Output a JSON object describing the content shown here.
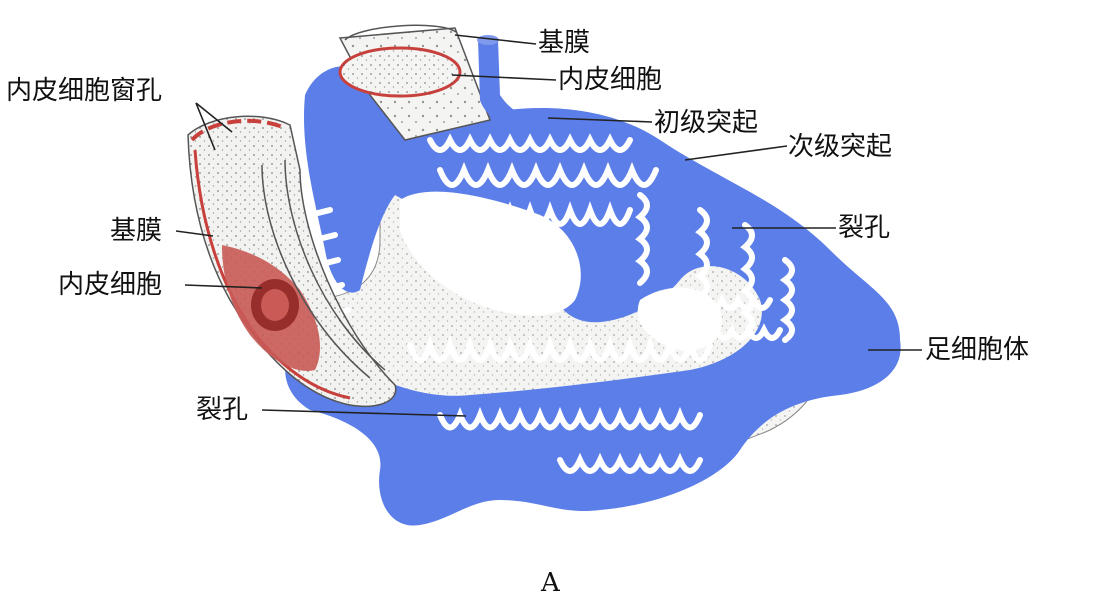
{
  "labels": {
    "basement_membrane_top": "基膜",
    "endothelial_cell_top": "内皮细胞",
    "primary_process": "初级突起",
    "secondary_process": "次级突起",
    "slit_pore_right": "裂孔",
    "podocyte_body": "足细胞体",
    "endothelial_fenestrae": "内皮细胞窗孔",
    "basement_membrane_left": "基膜",
    "endothelial_cell_left": "内皮细胞",
    "slit_pore_bottom": "裂孔"
  },
  "caption": "A",
  "colors": {
    "podocyte": "#5b7ee8",
    "endothelium_outline": "#c8403c",
    "nucleus": "#b3312f",
    "capillary_fill": "#f3f3f1",
    "stipple": "#555555"
  }
}
